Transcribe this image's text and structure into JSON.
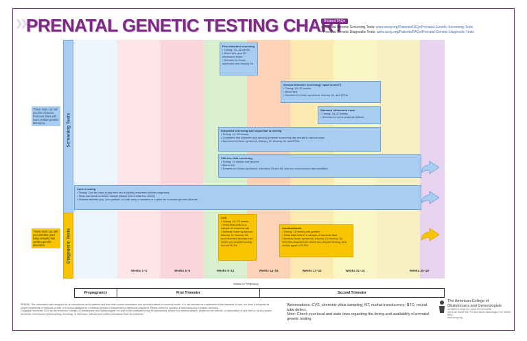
{
  "title": "PRENATAL GENETIC TESTING CHART",
  "faq": {
    "badge": "Related FAQs",
    "screening": "• Prenatal Genetic Screening Tests: ",
    "screening_url": "www.acog.org/Patients/FAQs/Prenatal-Genetic-Screening-Tests",
    "diagnostic": "• Prenatal Genetic Diagnostic Tests: ",
    "diagnostic_url": "www.acog.org/Patients/FAQs/Prenatal-Genetic-Diagnostic-Tests"
  },
  "weeks": [
    "Weeks 1–4",
    "Weeks 5–8",
    "Weeks 9–12",
    "Weeks 13–16",
    "Weeks 17–20",
    "Weeks 21–24",
    "Weeks 25–28"
  ],
  "colors": {
    "c0": "#eef4fb",
    "c1": "#fde7ea",
    "c2": "#e3f2e0",
    "c3": "#fde3d4",
    "c4": "#fbd1b8",
    "c5": "#fdf6c4",
    "c6": "#eddcf0",
    "blue": "#a9cdf1",
    "yellow": "#f8c400",
    "purple": "#7d2a86"
  },
  "side": {
    "screening_label": "Screening Tests",
    "diagnostic_label": "Diagnostic Tests",
    "screening_note": "These tests can tell you the chances that your fetus will have certain genetic disorders.",
    "diagnostic_note": "These tests can tell you whether your baby actually has certain genetic disorders."
  },
  "boxes": {
    "first": {
      "title": "First-trimester screening",
      "b1": "• Timing: 10–13 weeks",
      "b2": "• Blood test plus NT ultrasound exam",
      "b3": "• Screens for Down syndrome and trisomy 18"
    },
    "second": {
      "title": "Second-trimester screening (“quad screen”)",
      "b1": "• Timing: 15–22 weeks",
      "b2": "• Blood test",
      "b3": "• Screens for Down syndrome, trisomy 18, and NTDs"
    },
    "ultra": {
      "title": "Standard ultrasound exam",
      "b1": "• Timing: 18–22 weeks",
      "b2": "• Screens for some physical defects"
    },
    "integrated": {
      "title": "Integrated screening and sequential screening",
      "b1": "• Timing: 10–22 weeks",
      "b2": "• Combines first-trimester and second-trimester screening test results in various ways",
      "b3": "• Screens for Down syndrome, trisomy 13, trisomy 18, and NTDs"
    },
    "cfdna": {
      "title": "Cell-free DNA screening",
      "b1": "• Timing: 10 weeks and beyond",
      "b2": "• Blood test",
      "b3": "• Screens for Down syndrome, trisomies 13 and 18, and sex chromosome abnormalities"
    },
    "carrier": {
      "title": "Carrier testing",
      "b1": "• Timing: Can be done at any time but is ideally performed before pregnancy",
      "b2": "• Tests use blood or tissue sample (tissue from inside the cheek)",
      "b3": "• Detects whether you, your partner, or both carry a mutation in a gene for a certain genetic disorder"
    },
    "cvs": {
      "title": "CVS",
      "b1": "• Timing: 10–13 weeks",
      "b2": "• Tests fetal cells in a sample of chorionic villi",
      "b3": "• Detects Down syndrome, trisomy 13, trisomy 18, and inherited disorders for which you request testing but not NTDs"
    },
    "amnio": {
      "title": "Amniocentesis",
      "b1": "• Timing: 15 weeks and greater",
      "b2": "• Tests fetal cells in a sample of amniotic fluid",
      "b3": "• Detects Down syndrome, trisomy 13, trisomy 18, inherited disorders for which you request testing, and certain types of NTDs"
    }
  },
  "table": {
    "title": "Weeks of Pregnancy",
    "pre": "Prepregnancy",
    "first": "First Trimester",
    "second": "Second Trimester"
  },
  "footer": {
    "disclaimer": "PFN036: This information was designed as an educational aid to patients and sets forth current information and opinions related to women’s health. It is not intended as a statement of the standard of care, nor does it comprise all proper treatments or methods of care. It is not a substitute for a treating clinician’s independent professional judgment. Please check for updates at www.acog.org to ensure accuracy.",
    "copyright": "Copyright December 2019 by the American College of Obstetricians and Gynecologists. No part of this publication may be reproduced, stored in a retrieval system, posted on the internet, or transmitted, in any form or by any means, electronic, mechanical, photocopying, recording, or otherwise, without prior written permission from the publisher.",
    "abbr": "Abbreviations: CVS, chorionic villus sampling; NT, nuchal translucency; NTD, neural tube defect.",
    "note": "Note: Check your local and state laws regarding the timing and availability of prenatal genetic testing.",
    "org1": "The American College of",
    "org2": "Obstetricians and Gynecologists",
    "org_sub": "WOMEN’S HEALTH CARE PHYSICIANS",
    "addr": "409 12th Street SW, PO Box 96920 Washington, DC 20090-6920",
    "web": "www.acog.org"
  }
}
